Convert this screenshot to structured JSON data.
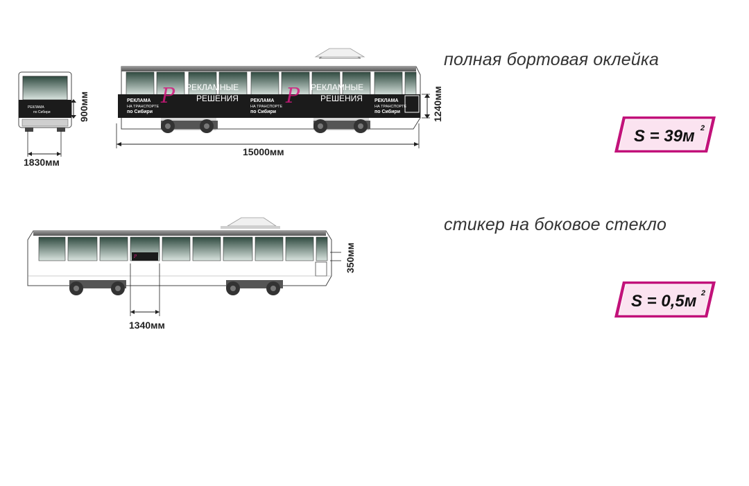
{
  "sections": [
    {
      "heading": "полная бортовая оклейка",
      "area_label": "S = 39м",
      "area_sup": "2",
      "dimensions": {
        "front_height": "900мм",
        "front_width": "1830мм",
        "side_length": "15000мм",
        "side_height": "1240мм"
      }
    },
    {
      "heading": "стикер на боковое стекло",
      "area_label": "S = 0,5м",
      "area_sup": "2",
      "dimensions": {
        "sticker_height": "350мм",
        "sticker_width": "1340мм"
      }
    }
  ],
  "ad": {
    "brand_top": "РЕКЛАМНЫЕ",
    "brand_bottom": "РЕШЕНИЯ",
    "promo_line1": "РЕКЛАМА",
    "promo_line2": "НА ТРАНСПОРТЕ",
    "promo_line3": "по Сибири"
  },
  "colors": {
    "accent": "#d4187e",
    "badge_fill": "#fbe3f0",
    "wrap": "#1b1b1b",
    "window": "#3f5a4f",
    "bus_body": "#ffffff"
  }
}
